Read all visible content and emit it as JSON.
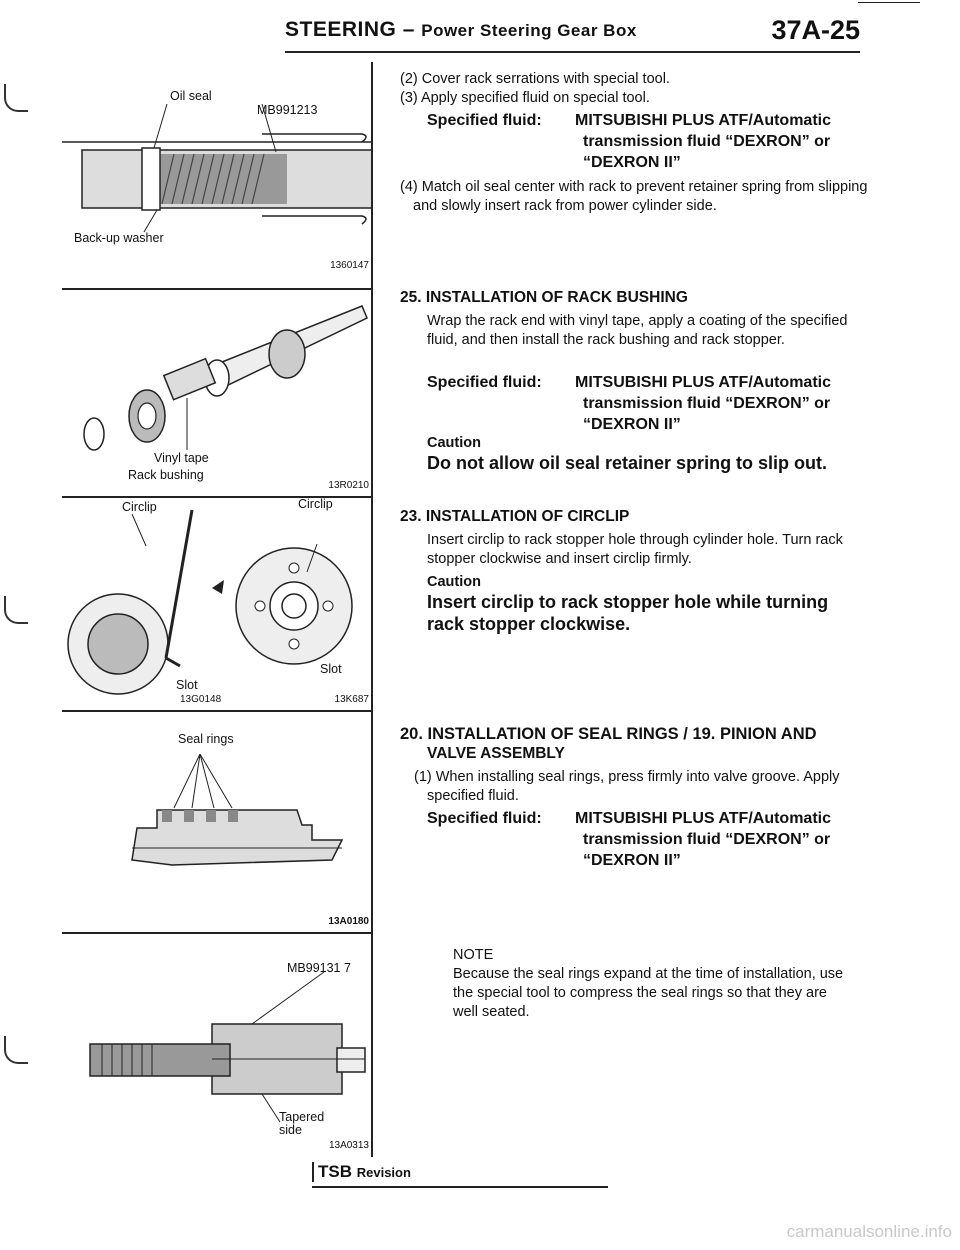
{
  "header": {
    "section": "STEERING",
    "dash": "–",
    "subsection": "Power Steering Gear Box",
    "page": "37A-25"
  },
  "figures": [
    {
      "labels": [
        "Oil seal",
        "MB991213",
        "Back-up washer"
      ],
      "code": "1360147"
    },
    {
      "labels": [
        "Vinyl tape",
        "Rack bushing"
      ],
      "code": "13R0210"
    },
    {
      "labels": [
        "Circlip",
        "Circlip",
        "Slot",
        "Slot"
      ],
      "codes": [
        "13G0148",
        "13K687"
      ]
    },
    {
      "labels": [
        "Seal rings"
      ],
      "code": "13A0180"
    },
    {
      "labels": [
        "MB99131 7",
        "Tapered",
        "side"
      ],
      "code": "13A0313"
    }
  ],
  "steps": {
    "s2": "(2) Cover rack serrations with special tool.",
    "s3": "(3) Apply specified fluid on special tool.",
    "sf_label": "Specified fluid:",
    "sf_value_1": "MITSUBISHI PLUS ATF/Automatic",
    "sf_value_2": "transmission fluid “DEXRON” or",
    "sf_value_3": "“DEXRON II”",
    "s4": "(4) Match oil seal center with rack to prevent retainer spring from slipping and slowly insert rack from power cylinder side."
  },
  "sec25": {
    "heading": "25. INSTALLATION OF RACK BUSHING",
    "body": "Wrap the rack end with vinyl tape, apply a coating of the specified fluid, and then install the rack bushing and rack stopper.",
    "caution_label": "Caution",
    "caution_text": "Do not allow oil seal retainer spring to slip out."
  },
  "sec23": {
    "heading": "23. INSTALLATION OF CIRCLIP",
    "body": "Insert circlip to rack stopper hole through cylinder hole. Turn rack stopper clockwise and insert circlip firmly.",
    "caution_label": "Caution",
    "caution_text": "Insert circlip to rack stopper hole while turning rack stopper clockwise."
  },
  "sec20": {
    "heading_1": "20. INSTALLATION OF SEAL RINGS / 19. PINION AND",
    "heading_2": "VALVE ASSEMBLY",
    "s1": "(1) When installing seal rings, press firmly into valve groove. Apply specified fluid.",
    "note_label": "NOTE",
    "note_text": "Because the seal rings expand at the time of installation, use the special tool to compress the seal rings so that they are well seated."
  },
  "footer": {
    "label": "TSB",
    "revision": "Revision"
  },
  "watermark": "carmanualsonline.info"
}
